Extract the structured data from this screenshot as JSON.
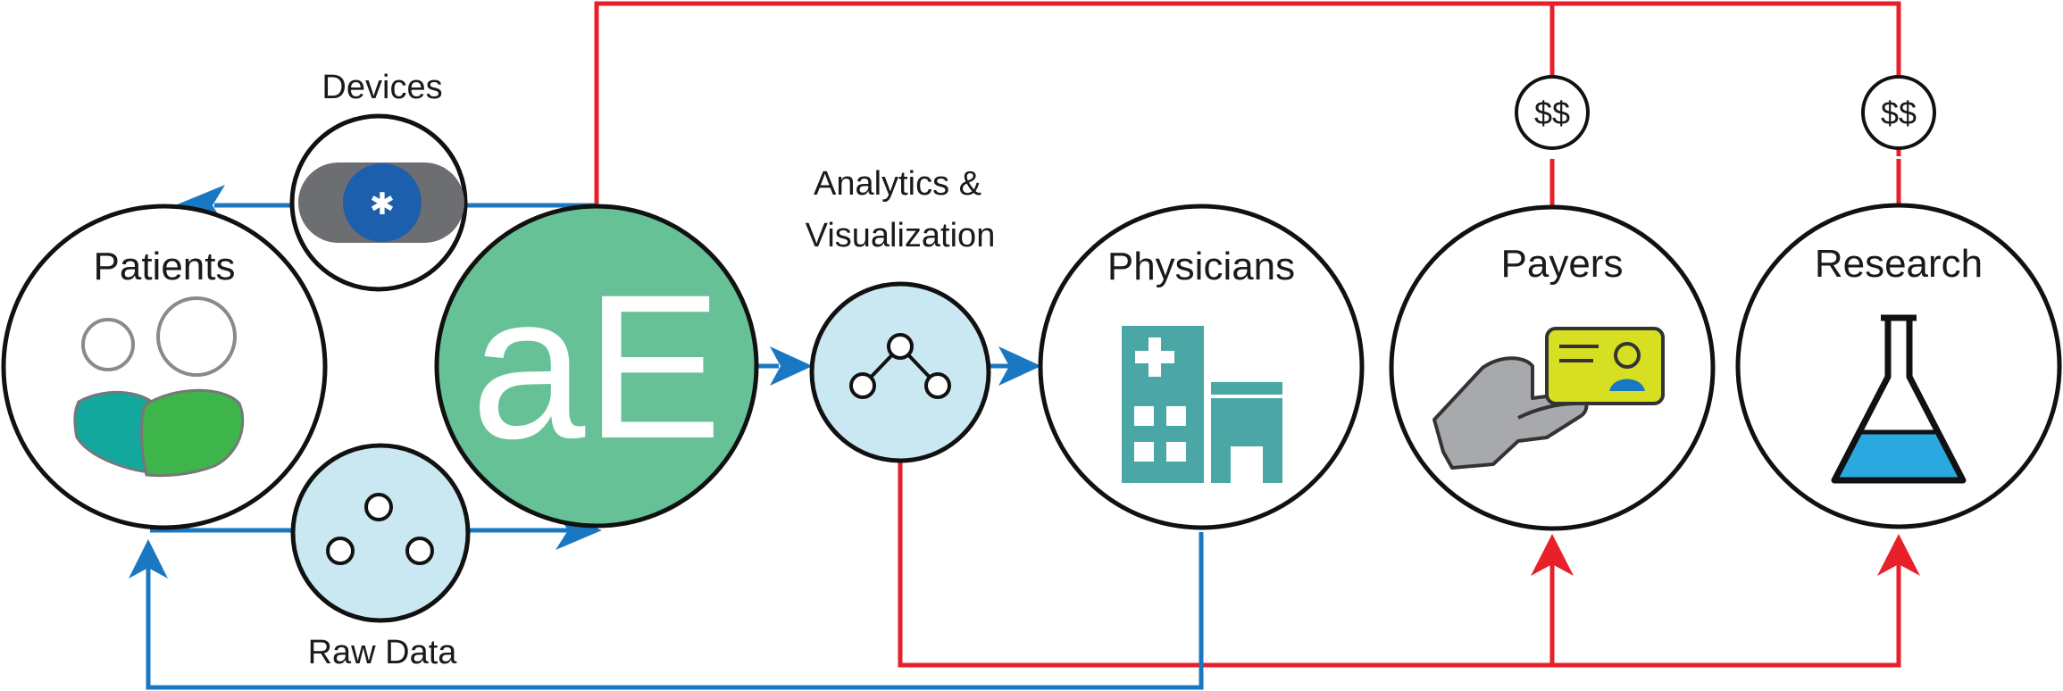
{
  "labels": {
    "devices": "Devices",
    "patients": "Patients",
    "raw_data": "Raw Data",
    "analytics_line1": "Analytics &",
    "analytics_line2": "Visualization",
    "physicians": "Physicians",
    "payers": "Payers",
    "research": "Research",
    "payers_fee": "$$",
    "research_fee": "$$",
    "logo": "aE"
  },
  "colors": {
    "blue_flow": "#1a78c2",
    "red_flow": "#e8202a",
    "logo_green": "#66c296",
    "light_blue": "#c9e8f1",
    "teal": "#4ba6a6",
    "patient_teal": "#13a89e",
    "patient_green": "#3db54a",
    "card_yellow": "#d7df23",
    "flask_blue": "#29a9e0",
    "device_gray": "#6d6e71",
    "device_blue": "#1c5fad",
    "hand_gray": "#a7a9ac"
  },
  "icons": {
    "device": "bluetooth-wearable-icon",
    "patients": "people-icon",
    "raw_data": "data-points-icon",
    "analytics": "network-graph-icon",
    "physicians": "hospital-icon",
    "payers": "insurance-card-icon",
    "research": "flask-icon"
  }
}
